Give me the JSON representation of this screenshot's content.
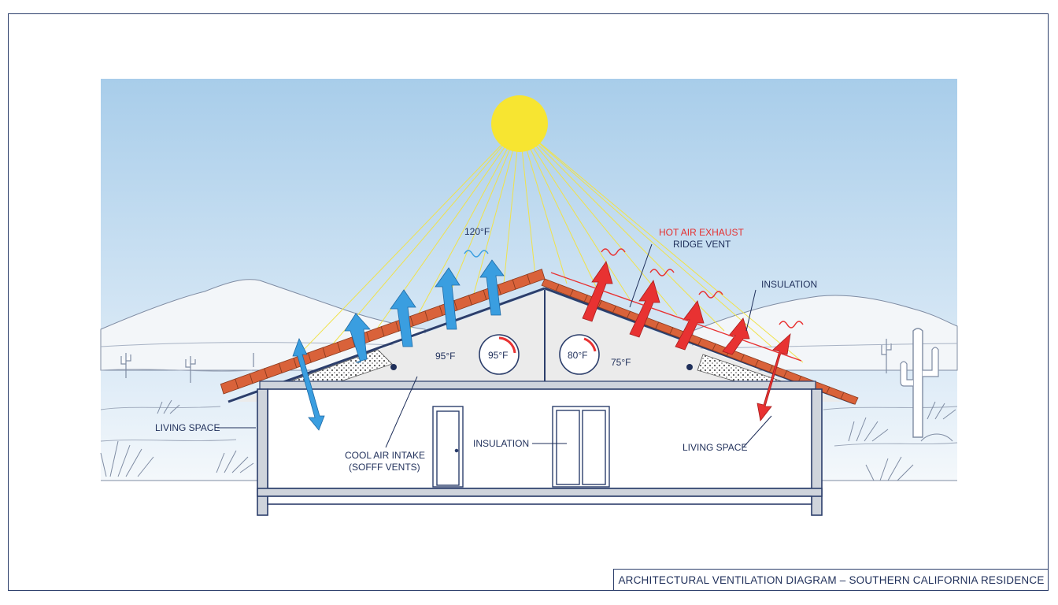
{
  "labels": {
    "temp_air_high": "120°F",
    "hot_air_exhaust": "HOT AIR EXHAUST",
    "ridge_vent": "RIDGE VENT",
    "insulation_roof": "INSULATION",
    "temp_left_attic": "95°F",
    "gauge_left": "95°F",
    "gauge_right": "80°F",
    "temp_right_attic": "75°F",
    "living_space_left": "LIVING SPACE",
    "cool_air_intake_1": "COOL AIR INTAKE",
    "cool_air_intake_2": "(SOFFF VENTS)",
    "insulation_wall": "INSULATION",
    "living_space_right": "LIVING SPACE"
  },
  "title": "ARCHITECTURAL VENTILATION DIAGRAM – SOUTHERN CALIFORNIA RESIDENCE",
  "colors": {
    "sky_top": "#a8cdea",
    "sky_bottom": "#eef5fb",
    "sun": "#f7e531",
    "ray": "#f0e24a",
    "roof_tile": "#d9623a",
    "cool_arrow": "#3a9ee0",
    "hot_arrow": "#e83232",
    "line": "#2c3e6b",
    "attic": "#ebebeb"
  }
}
